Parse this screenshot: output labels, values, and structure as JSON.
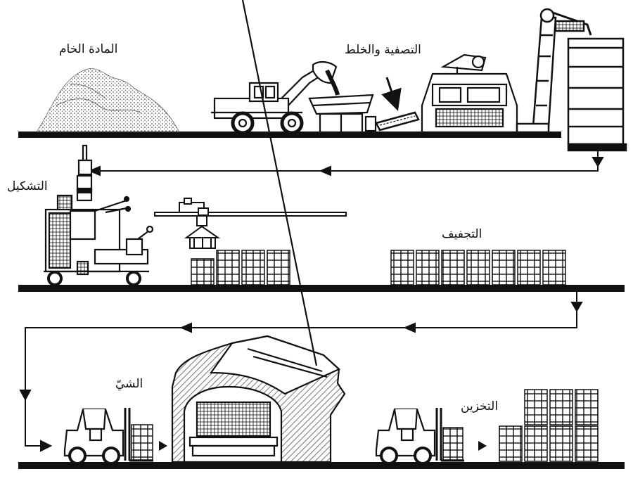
{
  "labels": {
    "raw_material": "المادة الخام",
    "refining_mixing": "التصفية والخلط",
    "shaping": "التشكيل",
    "drying": "التجفيف",
    "firing": "الشيّ",
    "storage": "التخزين"
  },
  "colors": {
    "ink": "#111111",
    "paper": "#ffffff",
    "hatch": "#555555"
  },
  "icons": {
    "raw_material": "dirt-pile-icon",
    "loader": "wheel-loader-icon",
    "hopper": "hopper-icon",
    "conveyor": "conveyor-icon",
    "mixer": "mixer-machine-icon",
    "elevator": "bucket-elevator-icon",
    "silo": "storage-silo-icon",
    "press": "brick-press-icon",
    "gantry": "gantry-crane-icon",
    "kiln": "tunnel-kiln-icon",
    "forklift": "forklift-icon",
    "brick_stack": "brick-stack-icon"
  }
}
